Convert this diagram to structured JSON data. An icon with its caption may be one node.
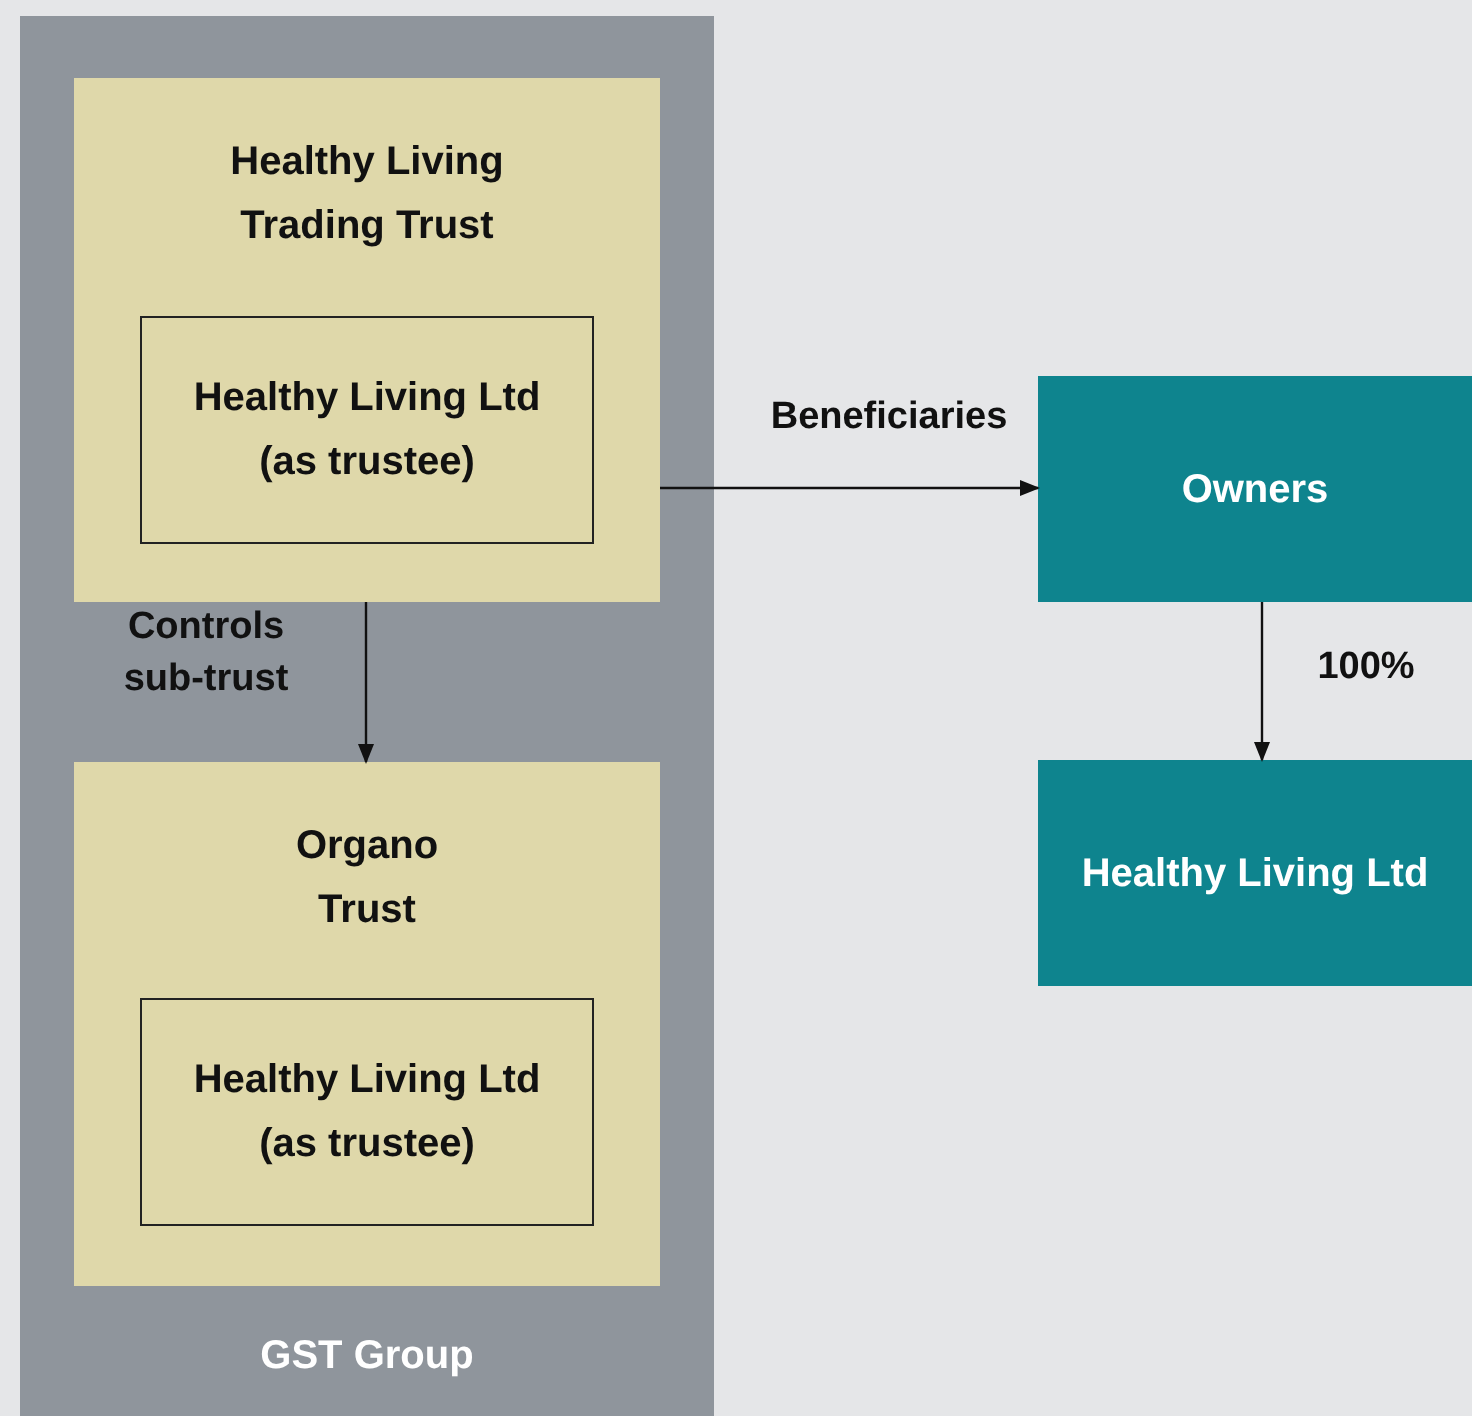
{
  "diagram": {
    "nodes": [
      {
        "text": [
          "GST Group"
        ]
      },
      {
        "text": [
          "Healthy Living Trading Trust"
        ],
        "in": 0
      },
      {
        "text": [
          "Healthy Living Ltd (as trustee)"
        ],
        "in": 1
      },
      {
        "text": [
          "Organo Trust"
        ],
        "in": 0
      },
      {
        "text": [
          "Healthy Living Ltd (as trustee)"
        ],
        "in": 3
      },
      {
        "text": [
          "Owners"
        ]
      },
      {
        "text": [
          "Healthy Living Ltd"
        ]
      }
    ],
    "edges": [
      {
        "from": 1,
        "to": 3,
        "arrow": "to",
        "label": "Controls sub-trust"
      },
      {
        "from": 1,
        "to": 5,
        "arrow": "to",
        "label": "Beneficiaries"
      },
      {
        "from": 5,
        "to": 6,
        "arrow": "to",
        "label": "100%"
      }
    ]
  }
}
